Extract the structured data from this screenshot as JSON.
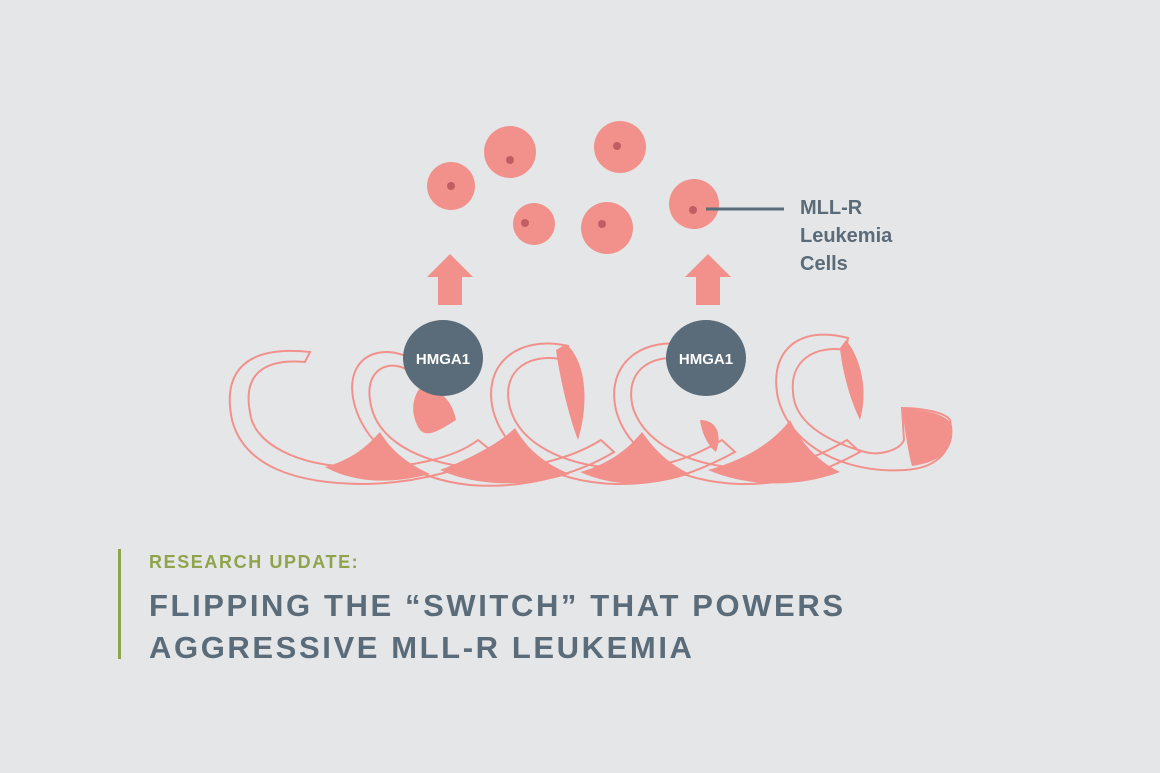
{
  "colors": {
    "background": "#e5e6e8",
    "cell": "#f2918b",
    "nucleus": "#c25d64",
    "slate": "#5a6b79",
    "accent_green": "#8fa44a"
  },
  "diagram": {
    "protein_labels": [
      "HMGA1",
      "HMGA1"
    ],
    "cell_label_lines": [
      "MLL-R",
      "Leukemia",
      "Cells"
    ]
  },
  "caption": {
    "kicker": "RESEARCH UPDATE:",
    "headline_lines": [
      "FLIPPING THE “SWITCH” THAT POWERS",
      "AGGRESSIVE MLL-R LEUKEMIA"
    ]
  }
}
